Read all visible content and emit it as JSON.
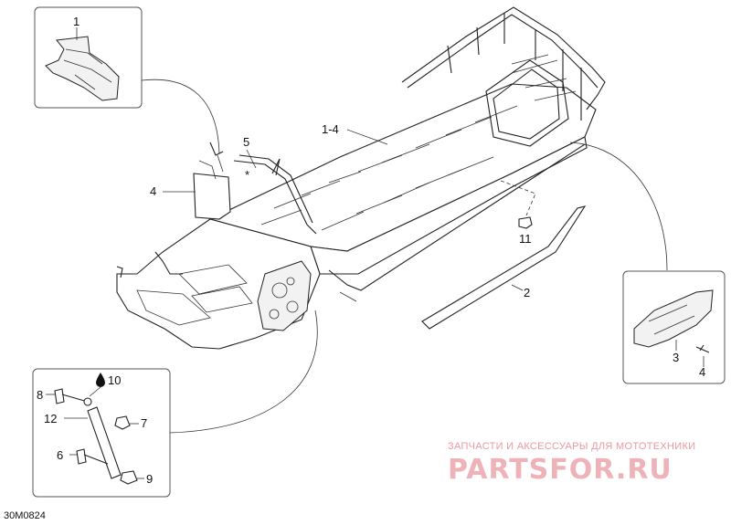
{
  "callouts": {
    "c1": "1",
    "c1_4": "1-4",
    "c5": "5",
    "c4": "4",
    "c11": "11",
    "c2": "2",
    "c3": "3",
    "c4b": "4",
    "c8": "8",
    "c10": "10",
    "c12": "12",
    "c7": "7",
    "c6": "6",
    "c9": "9",
    "star": "*"
  },
  "code": "30M0824",
  "watermark": {
    "subtitle": "ЗАПЧАСТИ И АКСЕССУАРЫ ДЛЯ МОТОТЕХНИКИ",
    "brand": "PARTSFOR.RU"
  }
}
